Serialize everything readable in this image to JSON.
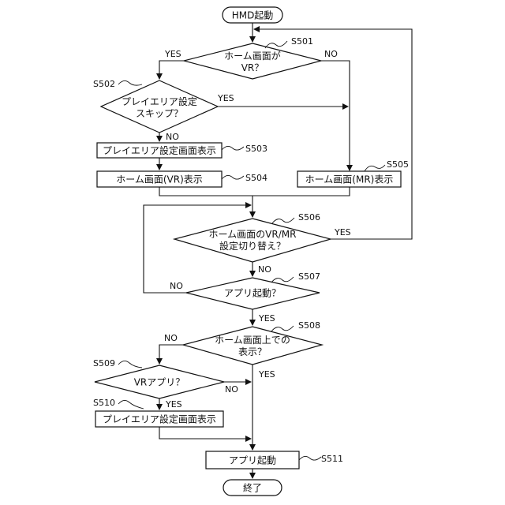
{
  "nodes": {
    "start": "HMD起動",
    "d501_line1": "ホーム画面が",
    "d501_line2": "VR？",
    "d502_line1": "プレイエリア設定",
    "d502_line2": "スキップ？",
    "p503": "プレイエリア設定画面表示",
    "p504": "ホーム画面(VR)表示",
    "p505": "ホーム画面(MR)表示",
    "d506_line1": "ホーム画面のVR/MR",
    "d506_line2": "設定切り替え？",
    "d507": "アプリ起動？",
    "d508_line1": "ホーム画面上での",
    "d508_line2": "表示？",
    "d509": "VRアプリ？",
    "p510": "プレイエリア設定画面表示",
    "p511": "アプリ起動",
    "end": "終了"
  },
  "step_labels": {
    "s501": "S501",
    "s502": "S502",
    "s503": "S503",
    "s504": "S504",
    "s505": "S505",
    "s506": "S506",
    "s507": "S507",
    "s508": "S508",
    "s509": "S509",
    "s510": "S510",
    "s511": "S511"
  },
  "branch_labels": {
    "d501_yes": "YES",
    "d501_no": "NO",
    "d502_yes": "YES",
    "d502_no": "NO",
    "d506_yes": "YES",
    "d506_no": "NO",
    "d507_yes": "YES",
    "d507_no": "NO",
    "d508_yes": "YES",
    "d508_no": "NO",
    "d509_yes": "YES",
    "d509_no": "NO"
  }
}
